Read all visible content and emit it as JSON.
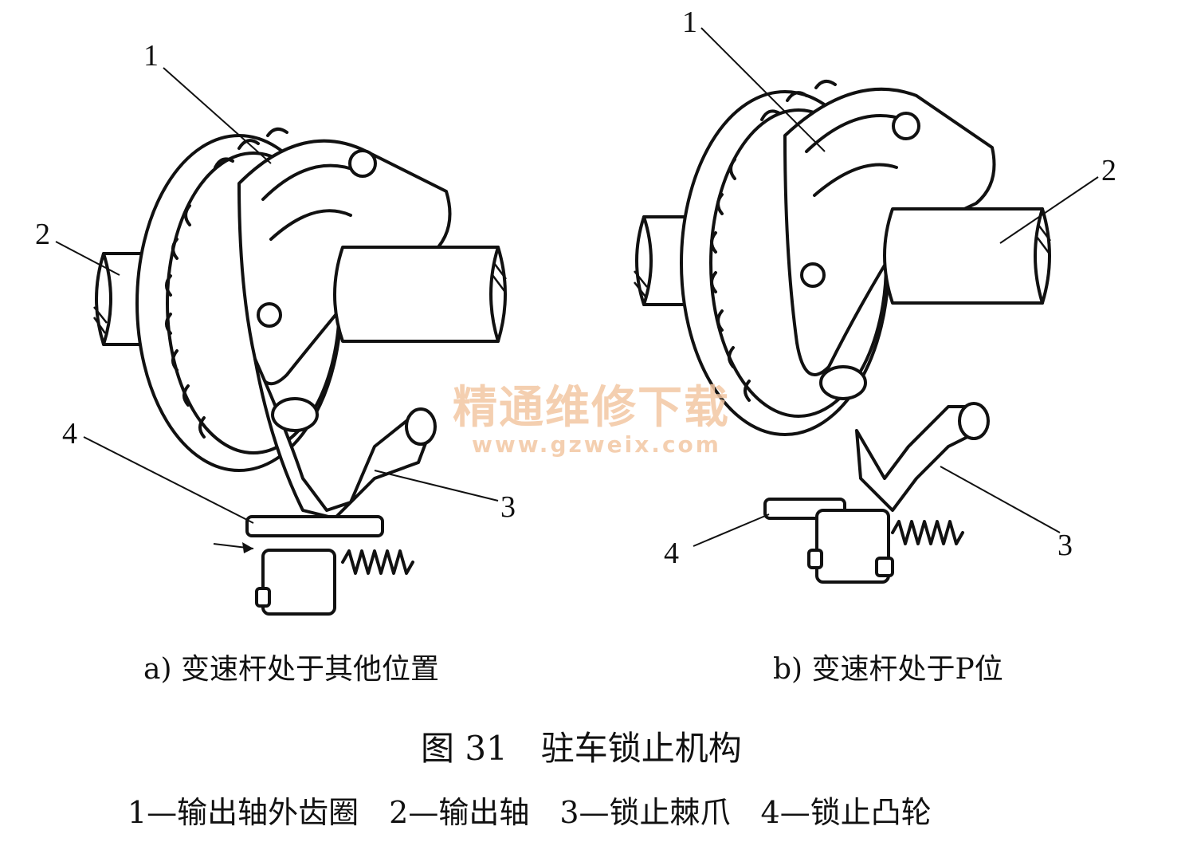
{
  "figure": {
    "title": "图 31　驻车锁止机构",
    "legend": "1—输出轴外齿圈　2—输出轴　3—锁止棘爪　4—锁止凸轮"
  },
  "panel_a": {
    "caption": "a) 变速杆处于其他位置",
    "labels": {
      "l1": "1",
      "l2": "2",
      "l3": "3",
      "l4": "4"
    }
  },
  "panel_b": {
    "caption": "b) 变速杆处于P位",
    "labels": {
      "l1": "1",
      "l2": "2",
      "l3": "3",
      "l4": "4"
    }
  },
  "watermark": {
    "text": "精通维修下载",
    "url": "www.gzweix.com"
  },
  "colors": {
    "ink": "#111111",
    "watermark": "#f3c7a3",
    "background": "#ffffff"
  }
}
